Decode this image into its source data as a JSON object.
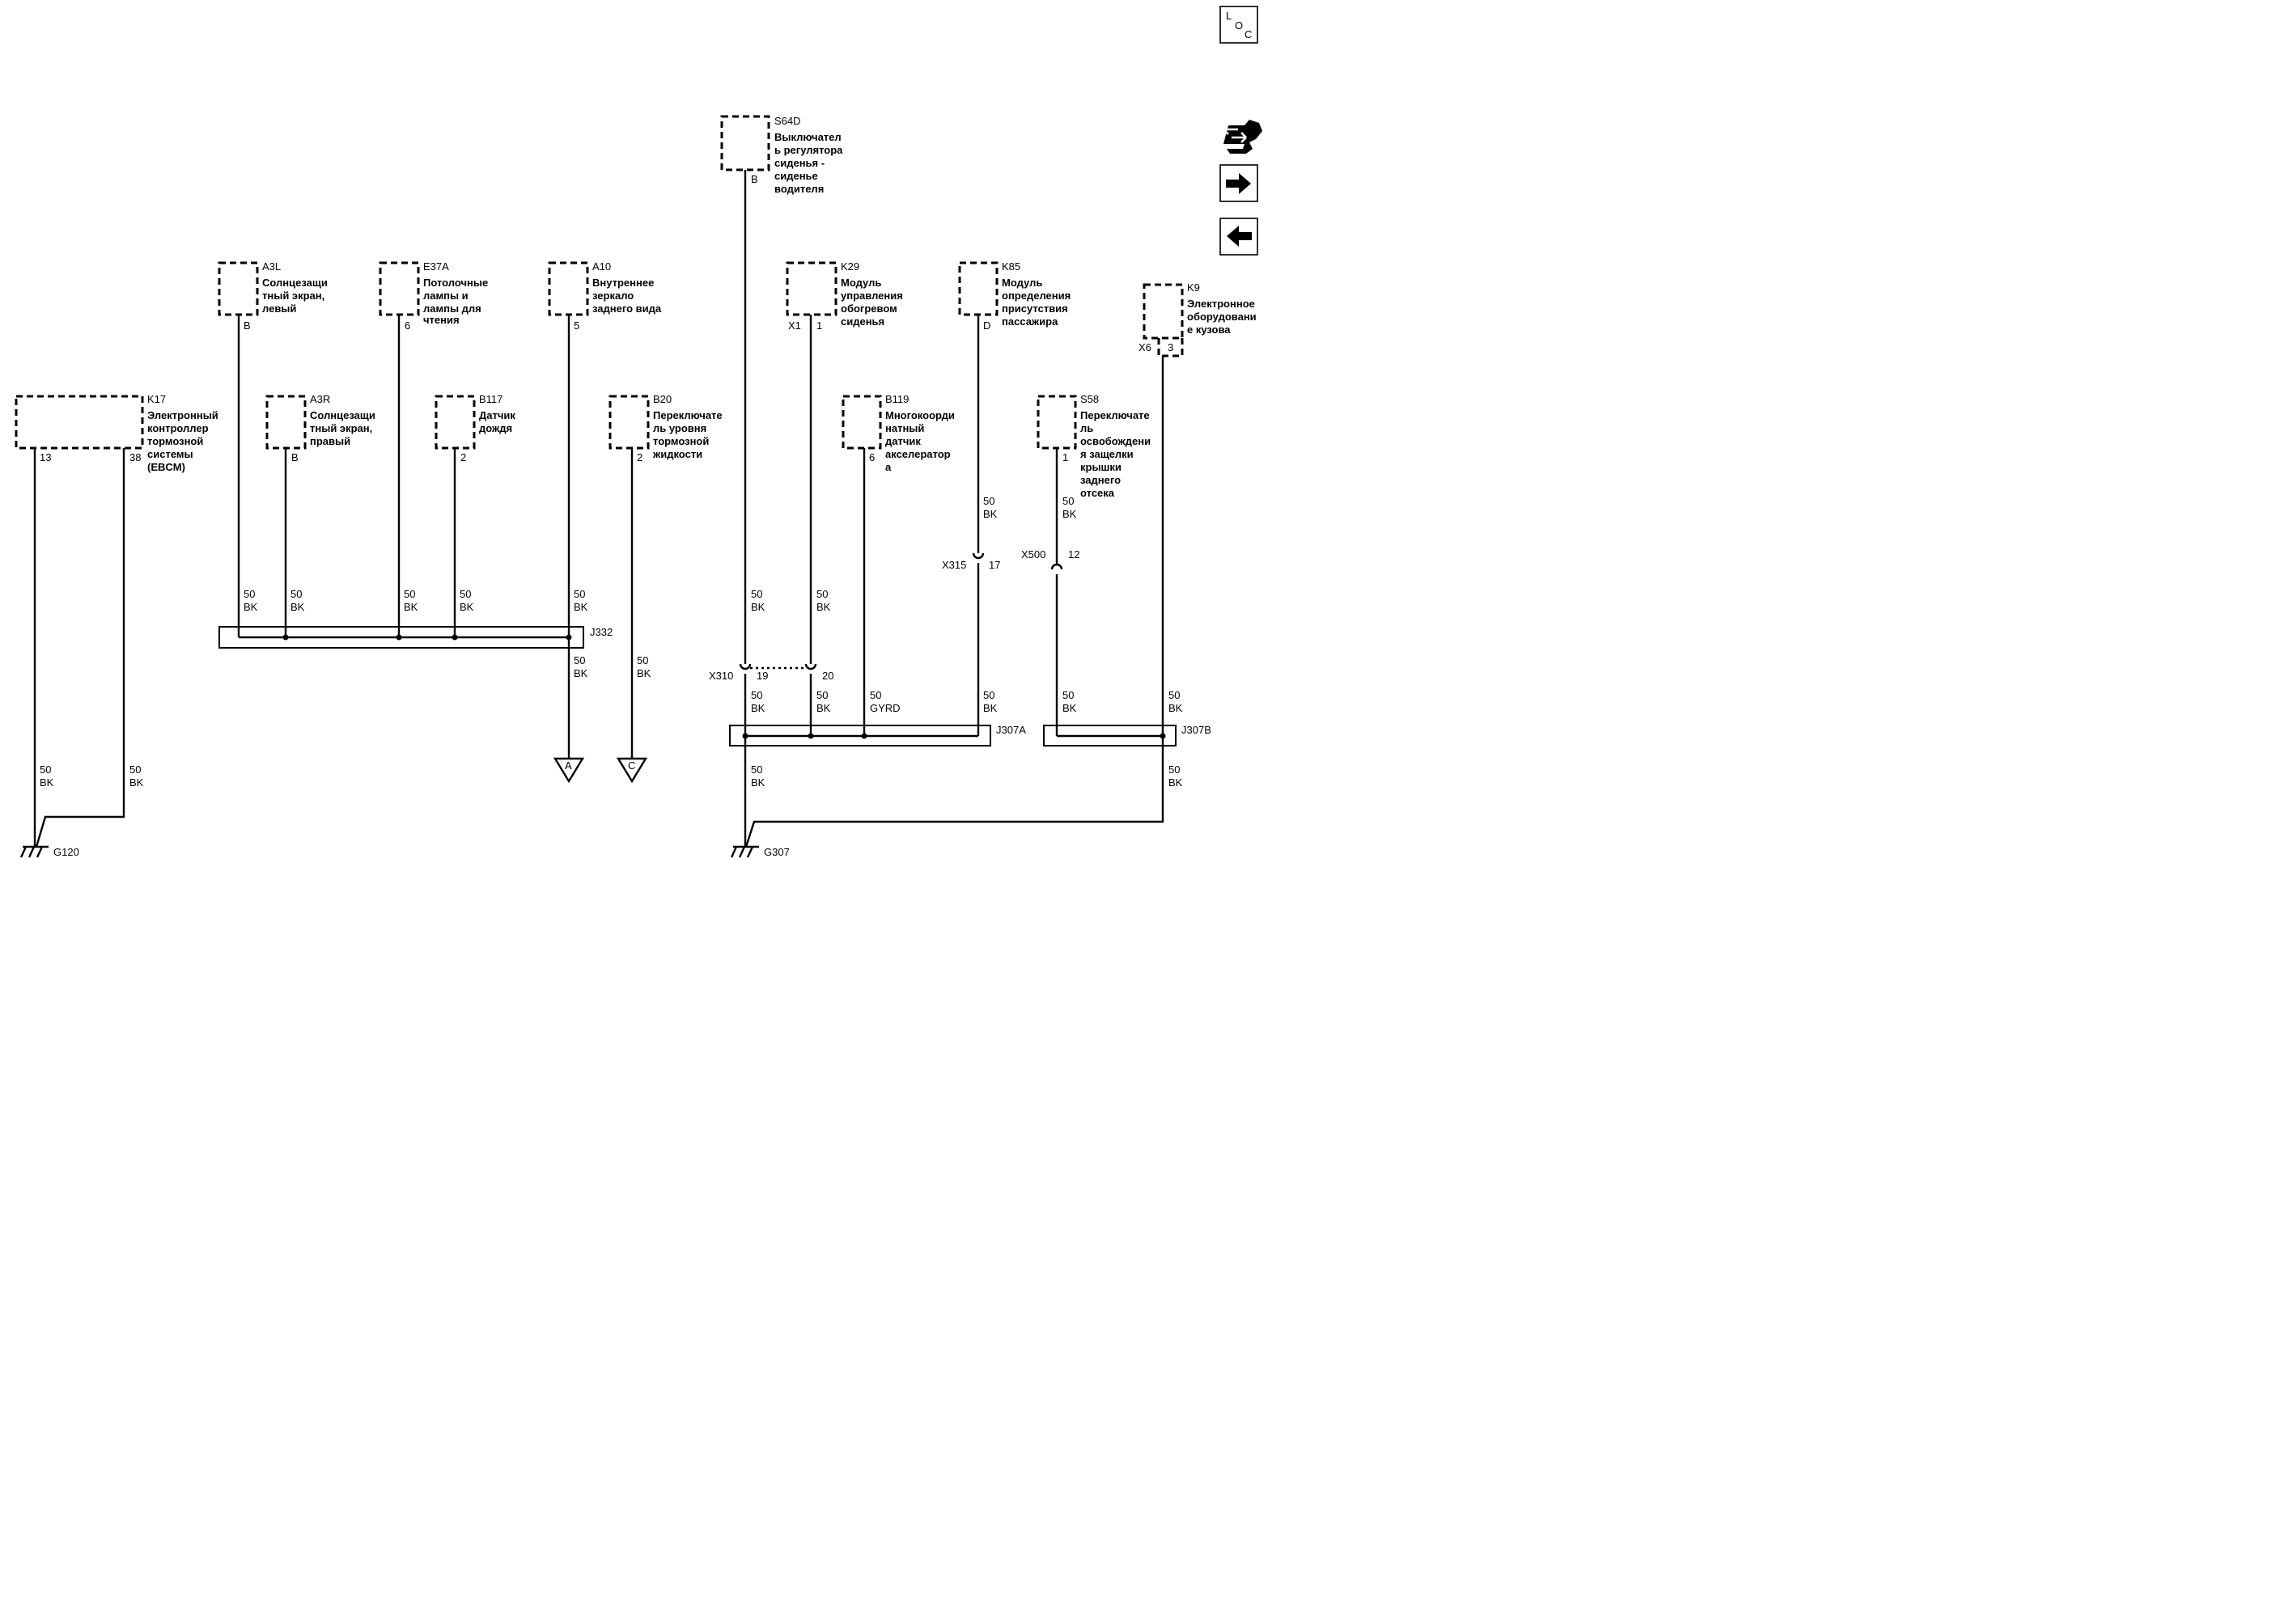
{
  "nav": {
    "loc": [
      "L",
      "O",
      "C"
    ],
    "icons": [
      "component-view-icon",
      "next-page-arrow-icon",
      "previous-page-arrow-icon"
    ]
  },
  "components": {
    "k17": {
      "id": "K17",
      "desc": [
        "Электронный",
        "контроллер",
        "тормозной",
        "системы",
        "(EBCM)"
      ],
      "pin_left": "13",
      "pin_right": "38"
    },
    "a3l": {
      "id": "A3L",
      "desc": [
        "Солнцезащи",
        "тный экран,",
        "левый"
      ],
      "pin": "B"
    },
    "a3r": {
      "id": "A3R",
      "desc": [
        "Солнцезащи",
        "тный экран,",
        "правый"
      ],
      "pin": "B"
    },
    "e37a": {
      "id": "E37A",
      "desc": [
        "Потолочные",
        "лампы и",
        "лампы для",
        "чтения"
      ],
      "pin": "6"
    },
    "b117": {
      "id": "B117",
      "desc": [
        "Датчик",
        "дождя"
      ],
      "pin": "2"
    },
    "a10": {
      "id": "A10",
      "desc": [
        "Внутреннее",
        "зеркало",
        "заднего вида"
      ],
      "pin": "5"
    },
    "b20": {
      "id": "B20",
      "desc": [
        "Переключате",
        "ль уровня",
        "тормозной",
        "жидкости"
      ],
      "pin": "2"
    },
    "s64d": {
      "id": "S64D",
      "desc": [
        "Выключател",
        "ь регулятора",
        "сиденья -",
        "сиденье",
        "водителя"
      ],
      "pin": "B"
    },
    "k29": {
      "id": "K29",
      "desc": [
        "Модуль",
        "управления",
        "обогревом",
        "сиденья"
      ],
      "conn": "X1",
      "pin": "1"
    },
    "k85": {
      "id": "K85",
      "desc": [
        "Модуль",
        "определения",
        "присутствия",
        "пассажира"
      ],
      "pin": "D"
    },
    "b119": {
      "id": "B119",
      "desc": [
        "Многокоорди",
        "натный",
        "датчик",
        "акселератор",
        "а"
      ],
      "pin": "6"
    },
    "s58": {
      "id": "S58",
      "desc": [
        "Переключате",
        "ль",
        "освобождени",
        "я защелки",
        "крышки",
        "заднего",
        "отсека"
      ],
      "pin": "1"
    },
    "k9": {
      "id": "K9",
      "desc": [
        "Электронное",
        "оборудовани",
        "е кузова"
      ],
      "conn": "X6",
      "pin": "3"
    }
  },
  "wires": {
    "std": [
      "50",
      "BK"
    ],
    "b119": [
      "50",
      "GYRD"
    ]
  },
  "inline": {
    "x310": {
      "name": "X310",
      "pin_a": "19",
      "pin_b": "20"
    },
    "x315": {
      "name": "X315",
      "pin": "17"
    },
    "x500": {
      "name": "X500",
      "pin": "12"
    }
  },
  "splices": {
    "j332": "J332",
    "j307a": "J307A",
    "j307b": "J307B"
  },
  "grounds": {
    "g120": "G120",
    "g307": "G307"
  },
  "offpage": {
    "a": "A",
    "c": "C"
  }
}
